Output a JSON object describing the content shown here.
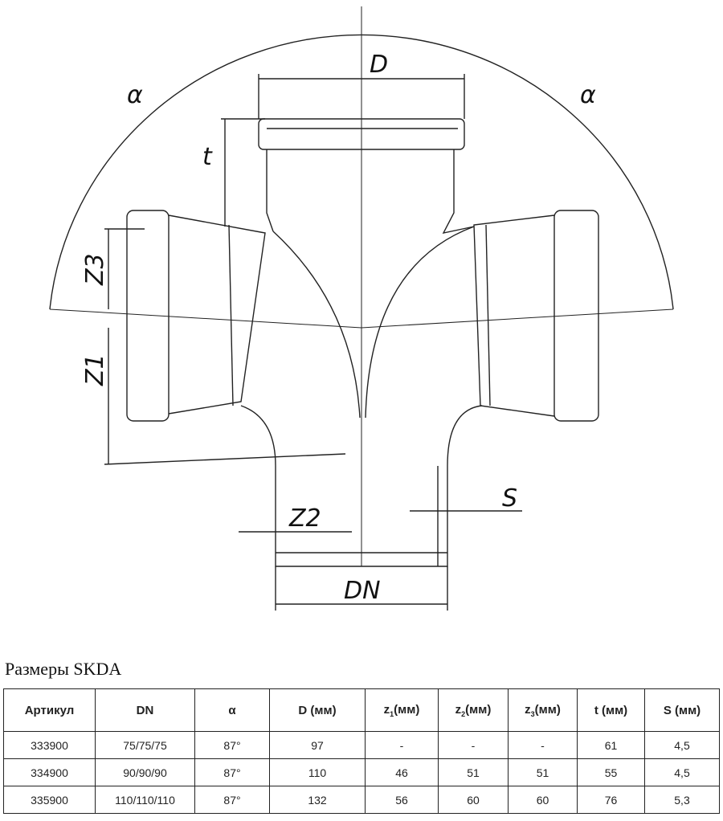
{
  "drawing": {
    "labels": {
      "D": "D",
      "t": "t",
      "alpha_left": "α",
      "alpha_right": "α",
      "Z3": "Z3",
      "Z1": "Z1",
      "Z2": "Z2",
      "S": "S",
      "DN": "DN"
    }
  },
  "table": {
    "title": "Размеры SKDA",
    "headers": [
      "Артикул",
      "DN",
      "α",
      "D (мм)",
      "z",
      "(мм)",
      "z",
      "(мм)",
      "z",
      "(мм)",
      "t (мм)",
      "S (мм)"
    ],
    "sub": [
      "1",
      "2",
      "3"
    ],
    "rows": [
      [
        "333900",
        "75/75/75",
        "87°",
        "97",
        "-",
        "-",
        "-",
        "61",
        "4,5"
      ],
      [
        "334900",
        "90/90/90",
        "87°",
        "110",
        "46",
        "51",
        "51",
        "55",
        "4,5"
      ],
      [
        "335900",
        "110/110/110",
        "87°",
        "132",
        "56",
        "60",
        "60",
        "76",
        "5,3"
      ]
    ]
  }
}
